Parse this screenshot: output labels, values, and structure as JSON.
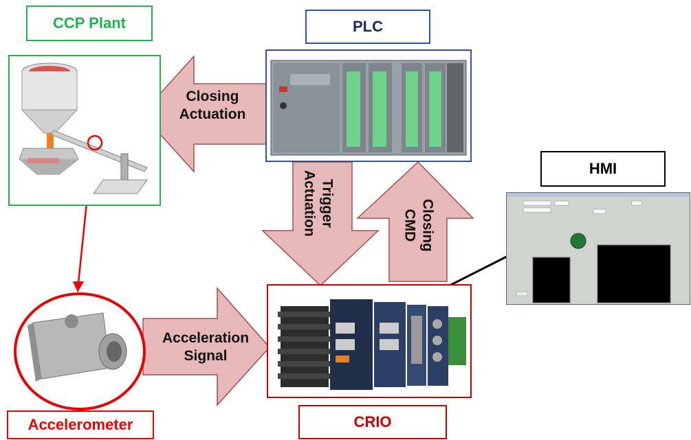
{
  "labels": {
    "ccp_plant": "CCP Plant",
    "plc": "PLC",
    "hmi": "HMI",
    "crio": "CRIO",
    "accelerometer": "Accelerometer"
  },
  "arrows": {
    "closing_actuation": [
      "Closing",
      "Actuation"
    ],
    "trigger_actuation": [
      "Trigger",
      "Actuation"
    ],
    "closing_cmd": [
      "Closing",
      "CMD"
    ],
    "acceleration_signal": [
      "Acceleration",
      "Signal"
    ]
  },
  "colors": {
    "ccp_plant": "#22b14c",
    "plc": "#2f5597",
    "hmi": "#000000",
    "crio": "#c00000",
    "accelerometer": "#e60000",
    "arrow_fill": "#e6b9b8",
    "arrow_stroke": "#a05050"
  }
}
